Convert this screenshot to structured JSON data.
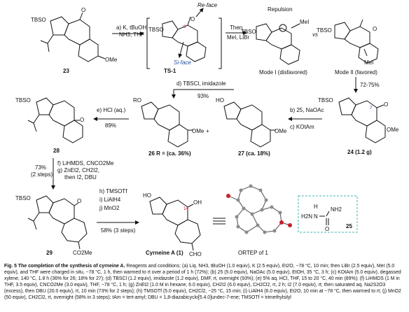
{
  "figure": {
    "caption_label": "Fig. 5",
    "caption_title": "The completion of the synthesis of cyrneine A.",
    "caption_text": "Reagents and conditions: (a) Liq. NH3, tBuOH (1.0 equiv), K (2.5 equiv), Et2O, −78 °C, 10 min; then LiBr (2.5 equiv), MeI (5.0 equiv), and THF were charged in situ, −78 °C, 1 h, then warmed to rt over a period of 1 h (72%); (b) 25 (5.0 equiv), NaOAc (5.0 equiv), EtOH, 35 °C, 3 h; (c) KOtAm (5.0 equiv), degassed xylene, 140 °C, 1.8 h (36% for 26; 18% for 27); (d) TBSCl (1.2 equiv), imidazole (1.2 equiv), DMF, rt, overnight (93%); (e) 5% aq. HCl, THF, 15 to 20 °C, 40 min (89%); (f) LiHMDS (1 M in THF, 3.5 equiv), CNCO2Me (3.0 equiv), THF, −78 °C, 1 h; (g) ZnEt2 (1.0 M in hexane, 6.0 equiv), CH2I2 (6.0 equiv), CH2Cl2, rt, 2 h; I2 (7.0 equiv), rt; then saturated aq. Na2S2O3 (excess), then DBU (20.0 equiv), rt, 10 min (73% for 2 steps); (h) TMSOTf (5.0 equiv), CH2Cl2, −25 °C, 15 min; (i) LiAlH4 (6.0 equiv), Et2O, 10 min at −78 °C, then warmed to rt; (j) MnO2 (50 equiv), CH2Cl2, rt, overnight (58% in 3 steps); tAm = tert-amyl; DBU = 1,8-diazabicyclo[5.4.0]undec-7-ene; TMSOTf = trimethylsilyl"
  },
  "row1": {
    "cmpd23": "23",
    "tbso": "TBSO",
    "ome": "OMe",
    "step_a_line1": "a) K, tBuOH",
    "step_a_line2": "NH3, THF",
    "ts_label": "TS-1",
    "re_face": "Re-face",
    "si_face": "Si-face",
    "c9": "9",
    "oxy": "O",
    "then_line1": "Then",
    "then_line2": "MeI, LiBr",
    "repulsion": "Repulsion",
    "mei": "MeI",
    "mode1": "Mode I (disfavored)",
    "vs": "vs",
    "mode2": "Mode II (favored)",
    "yield_72_75": "72-75%"
  },
  "row2": {
    "cmpd28": "28",
    "step_e": "e) HCl (aq.)",
    "yield_89": "89%",
    "cmpd26": "26 R = (ca. 36%)",
    "plus": "+",
    "ho": "HO",
    "cmpd27": "27 (ca. 18%)",
    "step_d": "d) TBSCl, imidazole",
    "yield_93": "93%",
    "step_b": "b)  25, NaOAc",
    "step_c": "c)  KOtAm",
    "cmpd24": "24 (1.2 g)",
    "c7": "7",
    "ro": "RO"
  },
  "row3": {
    "yield_73": "73%",
    "two_steps": "(2 steps)",
    "step_f": "f)  LiHMDS, CNCO2Me",
    "step_g": "g)  ZnEt2, CH2I2,",
    "step_g2": "then I2, DBU",
    "cmpd29": "29",
    "co2me": "CO2Me",
    "step_h": "h) TMSOTf",
    "step_i": "i)  LiAlH4",
    "step_j": "j)  MnO2",
    "yield_58": "58% (3 steps)",
    "cyrneine": "Cyrneine A (1)",
    "oh": "OH",
    "cho": "CHO",
    "c14": "14",
    "ortep": "ORTEP of 1",
    "h_label": "H",
    "n_label": "N",
    "nh2": "NH2",
    "h2n": "H2N",
    "cmpd25": "25"
  },
  "colors": {
    "highlight_red": "#c8202a",
    "label_blue": "#1f4e9c",
    "box_teal": "#3fb6b0"
  }
}
